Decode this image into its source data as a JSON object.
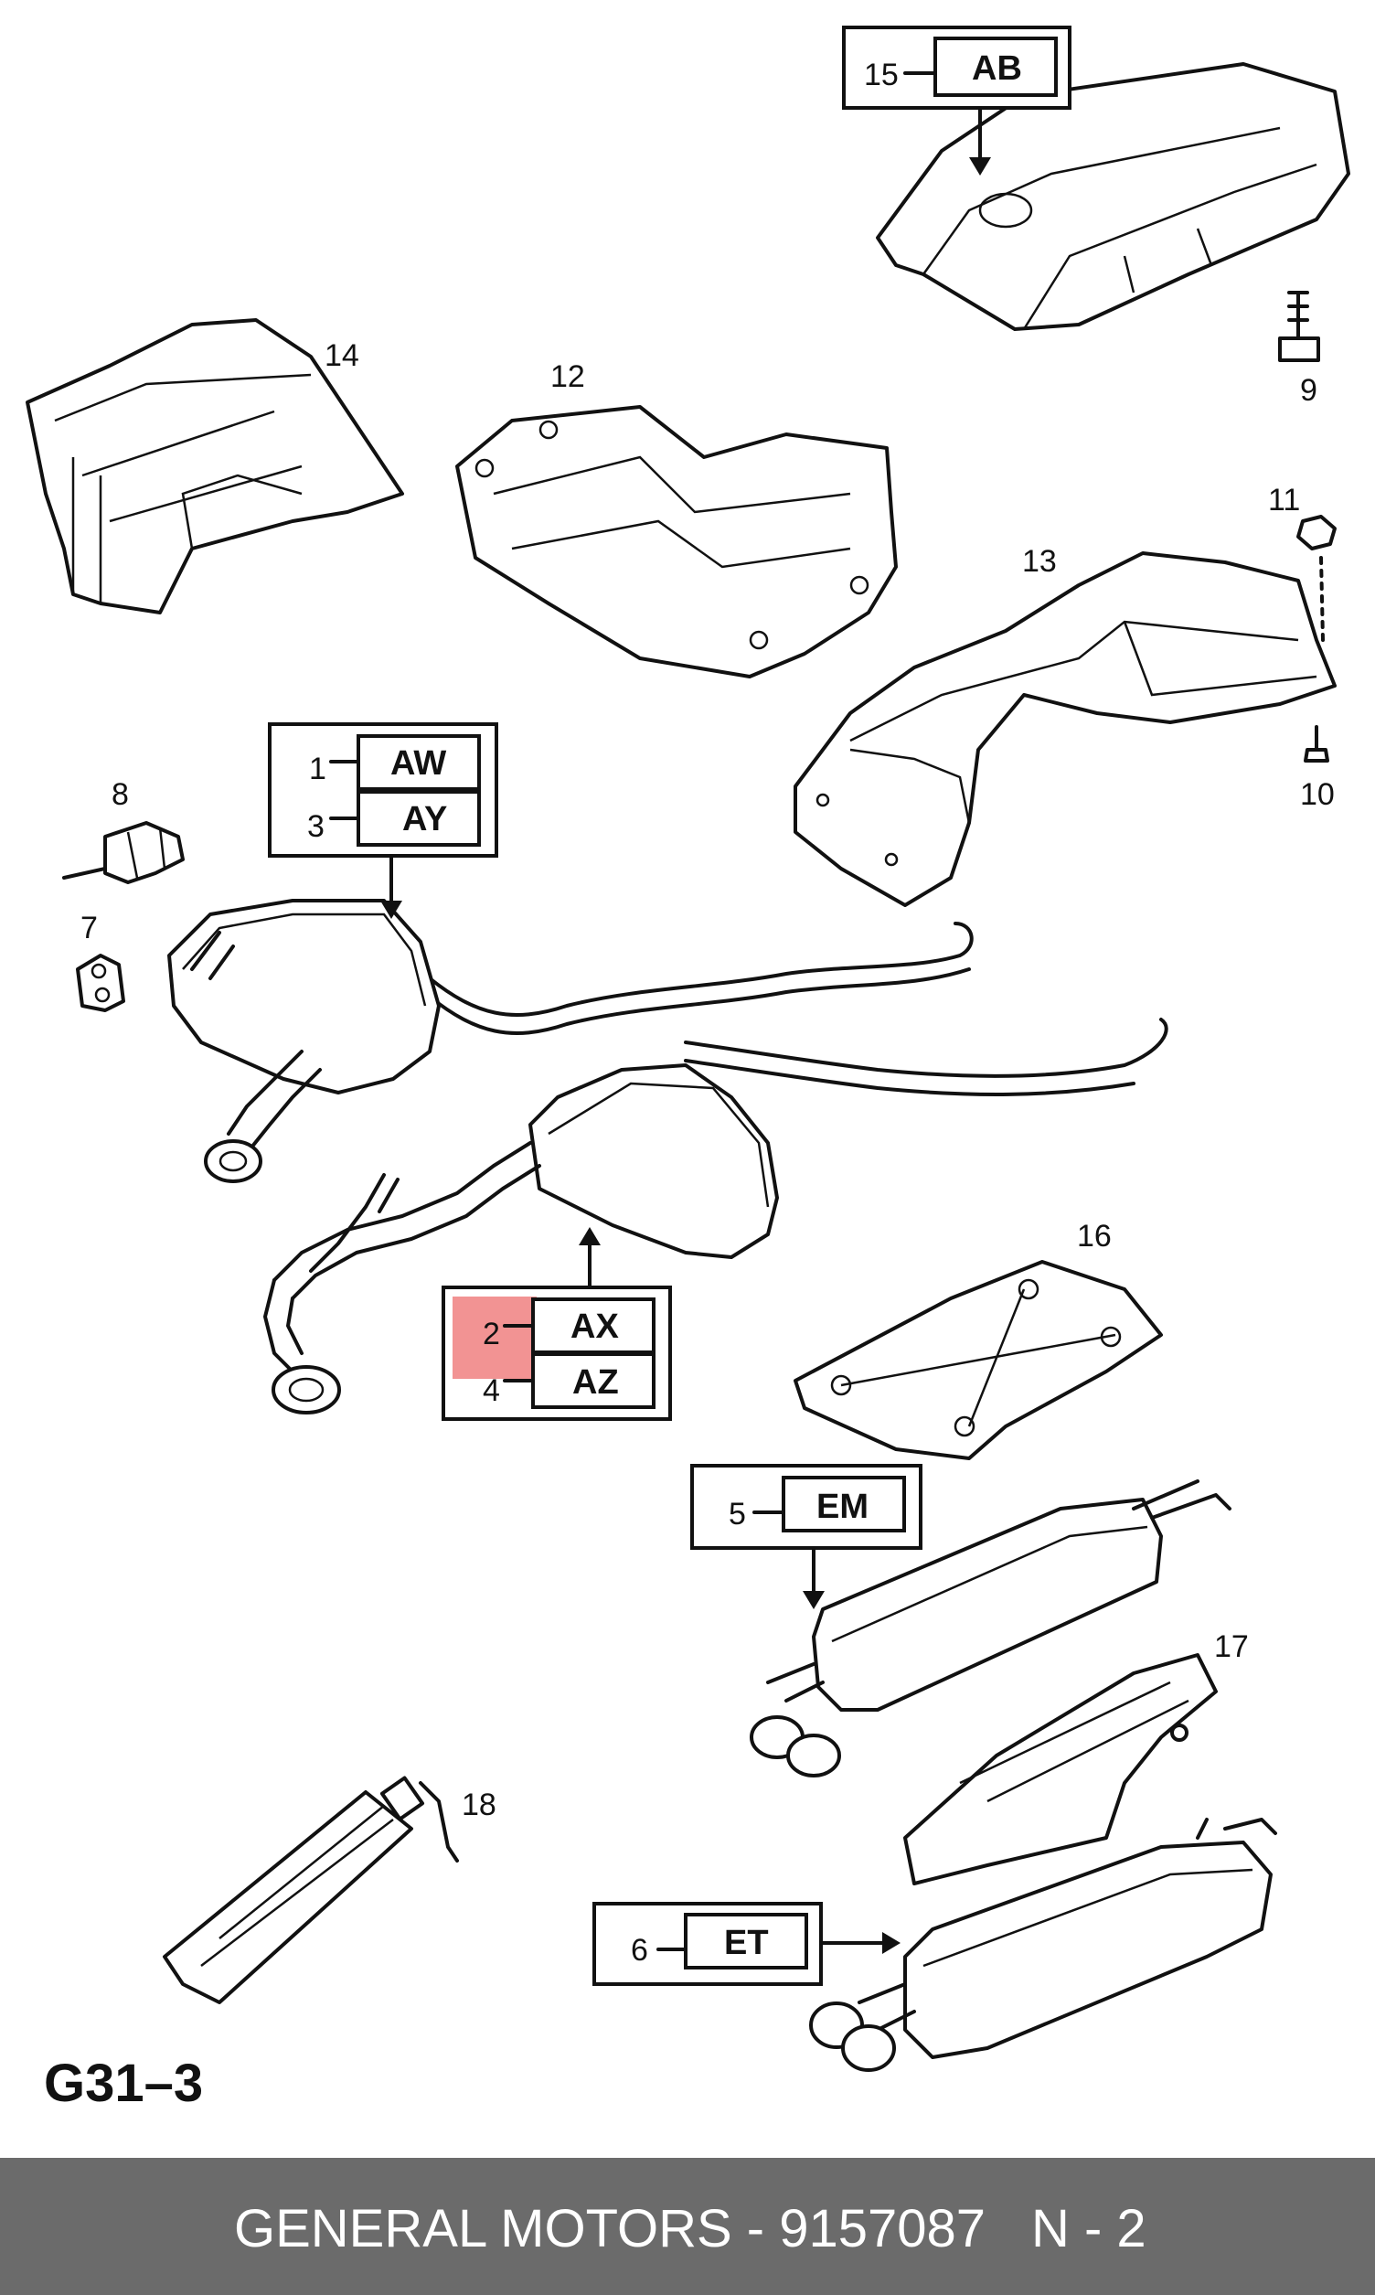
{
  "page_code": "G31–3",
  "footer": {
    "brand_part": "GENERAL MOTORS - 9157087",
    "note": "N - 2"
  },
  "highlight_color": "#f08080",
  "callouts": {
    "c15": {
      "num": "15",
      "code": "AB"
    },
    "c1": {
      "num": "1",
      "code": "AW"
    },
    "c3": {
      "num": "3",
      "code": "AY"
    },
    "c2": {
      "num": "2",
      "code": "AX"
    },
    "c4": {
      "num": "4",
      "code": "AZ"
    },
    "c5": {
      "num": "5",
      "code": "EM"
    },
    "c6": {
      "num": "6",
      "code": "ET"
    }
  },
  "part_numbers": {
    "p7": "7",
    "p8": "8",
    "p9": "9",
    "p10": "10",
    "p11": "11",
    "p12": "12",
    "p13": "13",
    "p14": "14",
    "p16": "16",
    "p17": "17",
    "p18": "18"
  }
}
